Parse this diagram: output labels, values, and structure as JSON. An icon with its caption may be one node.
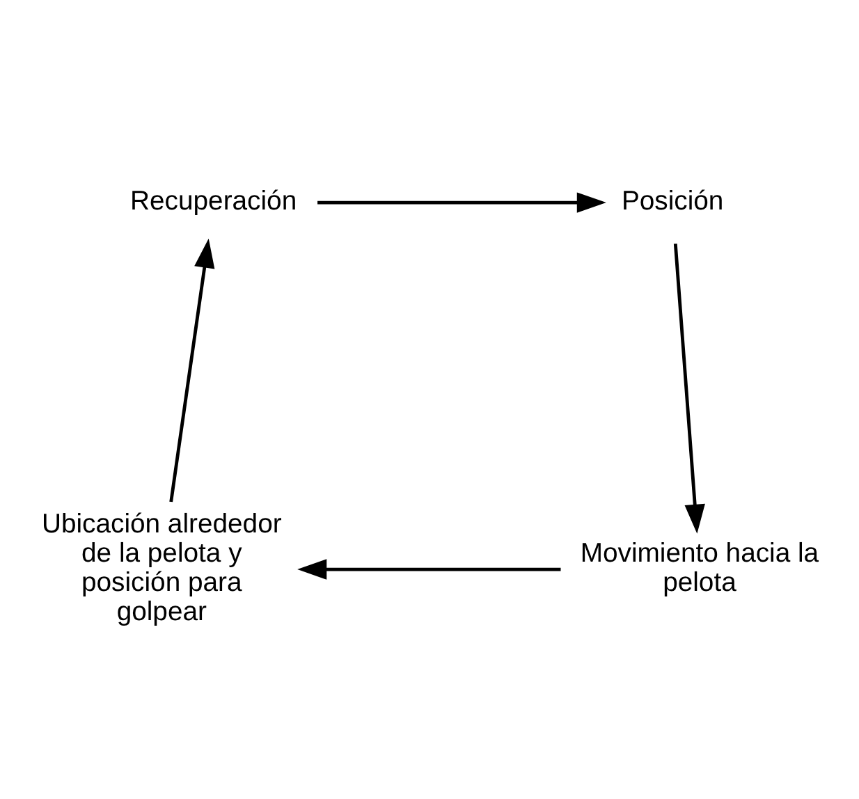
{
  "diagram": {
    "nodes": [
      {
        "text": [
          "Recuperación"
        ]
      },
      {
        "text": [
          "Posición"
        ]
      },
      {
        "text": [
          "Ubicación alrededor de la pelota y posición para golpear"
        ]
      },
      {
        "text": [
          "Movimiento hacia la pelota"
        ]
      }
    ],
    "edges": [
      {
        "from": 0,
        "to": 1,
        "arrow": "to"
      },
      {
        "from": 1,
        "to": 3,
        "arrow": "to"
      },
      {
        "from": 3,
        "to": 2,
        "arrow": "to"
      },
      {
        "from": 2,
        "to": 0,
        "arrow": "to"
      }
    ]
  }
}
